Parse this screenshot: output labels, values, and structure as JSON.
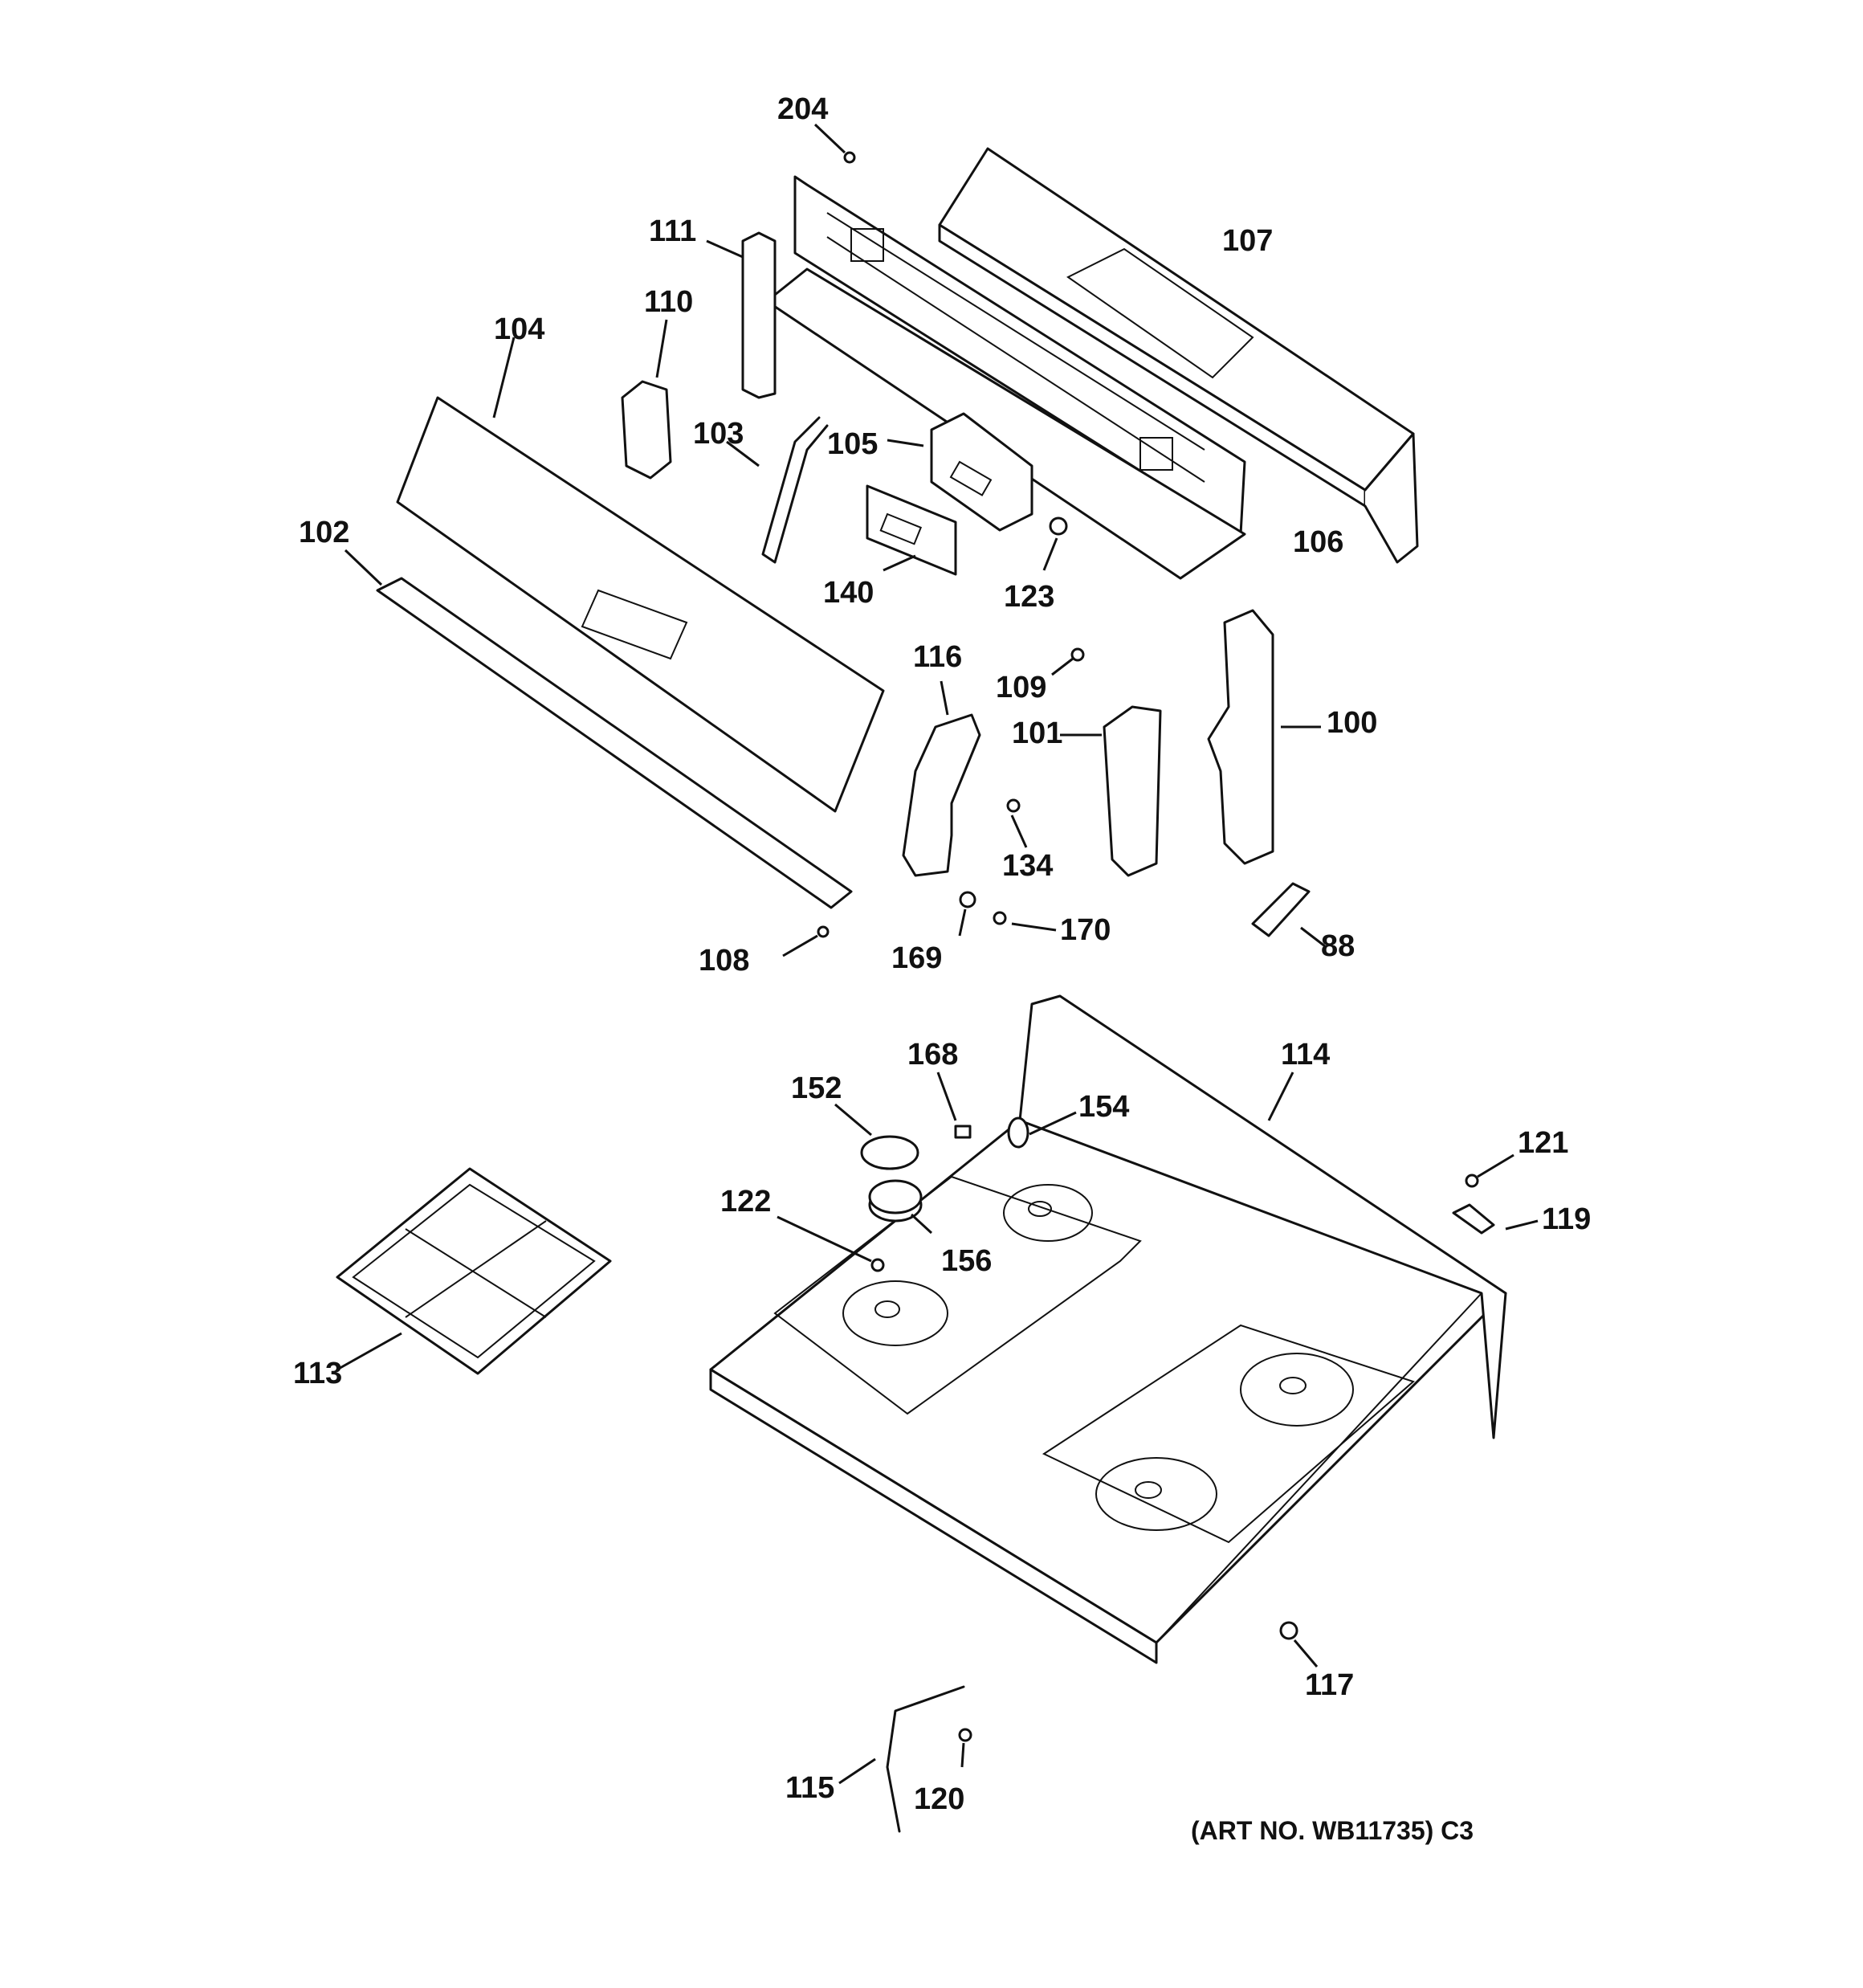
{
  "callouts": {
    "p204": "204",
    "p111": "111",
    "p107": "107",
    "p110": "110",
    "p104": "104",
    "p103": "103",
    "p105": "105",
    "p102": "102",
    "p106": "106",
    "p140": "140",
    "p123": "123",
    "p116": "116",
    "p109": "109",
    "p101": "101",
    "p100": "100",
    "p134": "134",
    "p108": "108",
    "p169": "169",
    "p170": "170",
    "p88": "88",
    "p168": "168",
    "p114": "114",
    "p152": "152",
    "p154": "154",
    "p121": "121",
    "p122": "122",
    "p119": "119",
    "p156": "156",
    "p113": "113",
    "p117": "117",
    "p115": "115",
    "p120": "120"
  },
  "art_number": "(ART NO. WB11735) C3"
}
